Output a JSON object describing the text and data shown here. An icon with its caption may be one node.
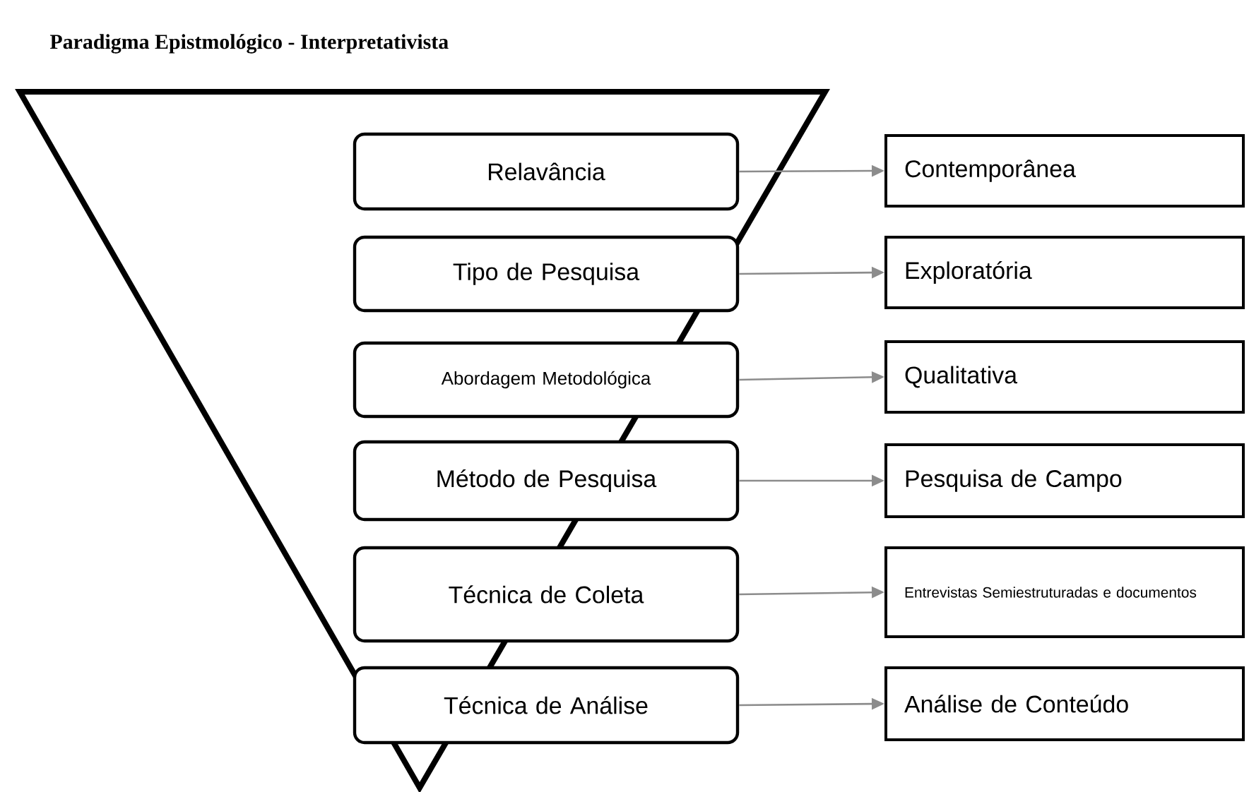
{
  "diagram": {
    "title": "Paradigma Epistmológico - Interpretativista",
    "nodes": [
      {
        "text": [
          "Relavância"
        ]
      },
      {
        "text": [
          "Contemporânea"
        ]
      },
      {
        "text": [
          "Tipo de Pesquisa"
        ]
      },
      {
        "text": [
          "Exploratória"
        ]
      },
      {
        "text": [
          "Abordagem Metodológica"
        ]
      },
      {
        "text": [
          "Qualitativa"
        ]
      },
      {
        "text": [
          "Método de Pesquisa"
        ]
      },
      {
        "text": [
          "Pesquisa de Campo"
        ]
      },
      {
        "text": [
          "Técnica de Coleta"
        ]
      },
      {
        "text": [
          "Entrevistas Semiestruturadas e documentos"
        ]
      },
      {
        "text": [
          "Técnica de Análise"
        ]
      },
      {
        "text": [
          "Análise de Conteúdo"
        ]
      }
    ],
    "edges": [
      {
        "from": 0,
        "to": 1,
        "arrow": "to"
      },
      {
        "from": 2,
        "to": 3,
        "arrow": "to"
      },
      {
        "from": 4,
        "to": 5,
        "arrow": "to"
      },
      {
        "from": 6,
        "to": 7,
        "arrow": "to"
      },
      {
        "from": 8,
        "to": 9,
        "arrow": "to"
      },
      {
        "from": 10,
        "to": 11,
        "arrow": "to"
      }
    ]
  }
}
